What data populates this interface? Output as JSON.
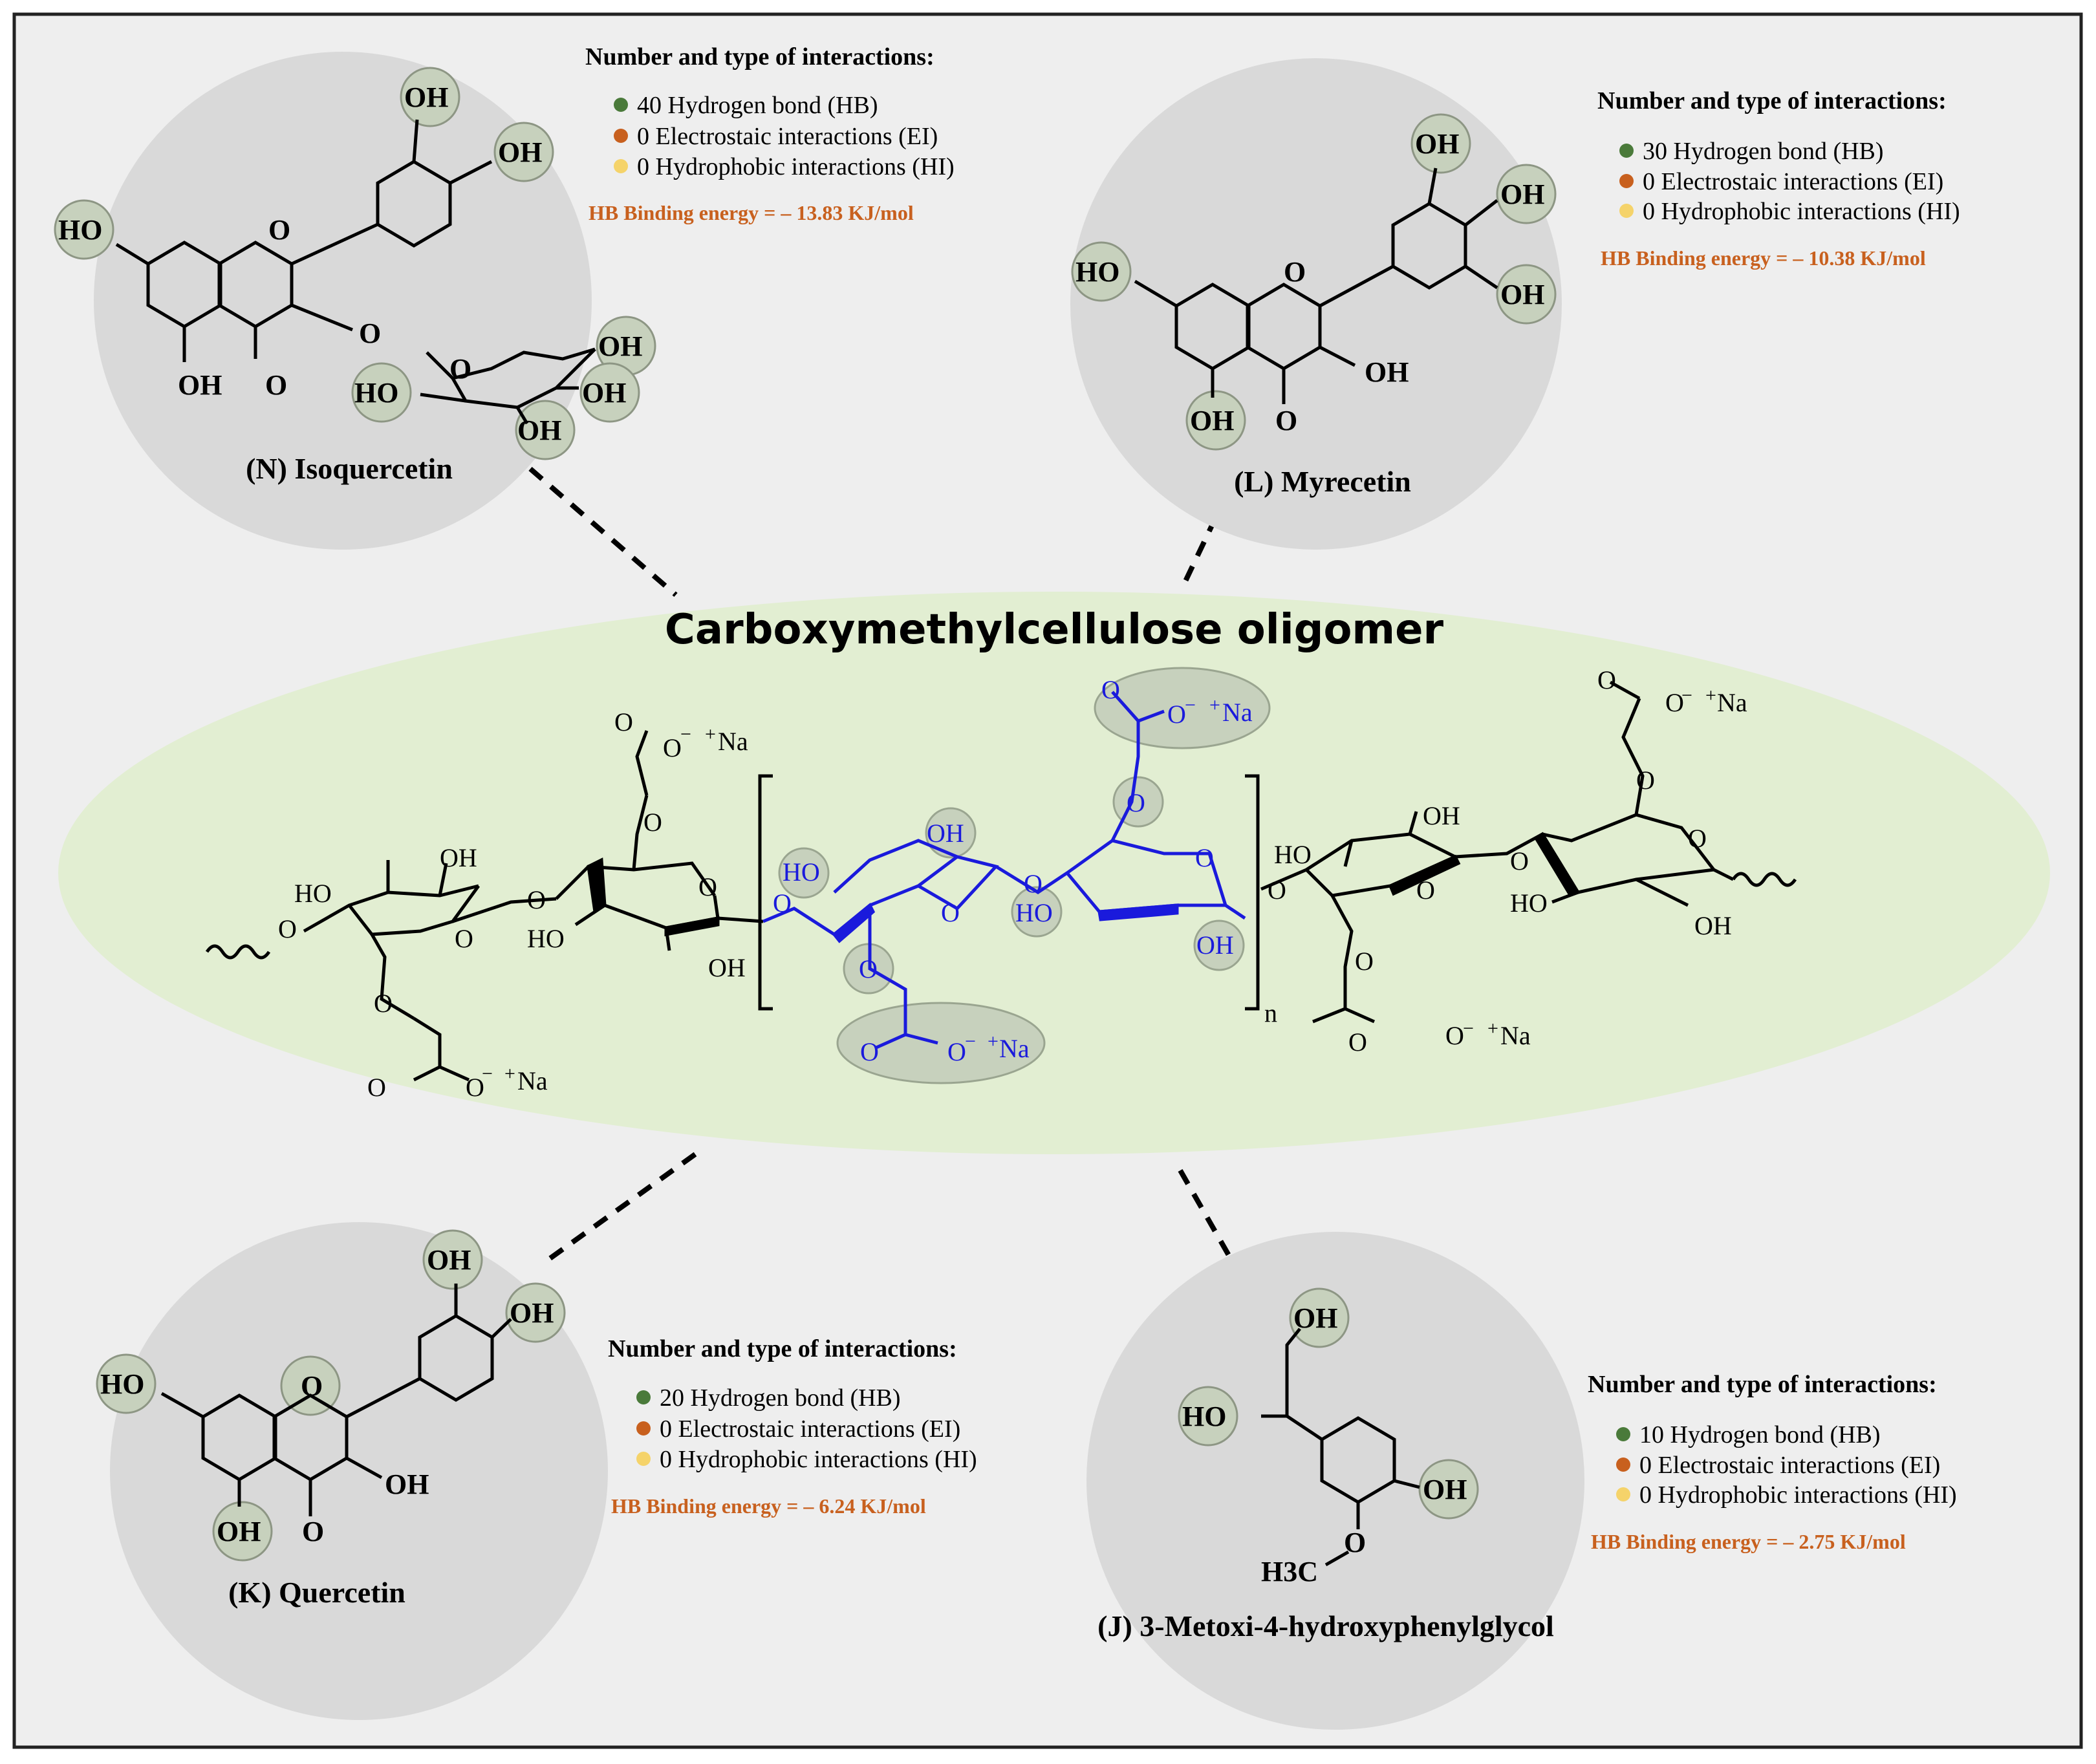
{
  "center": {
    "title": "Carboxymethylcellulose oligomer",
    "na": "Na",
    "minus": "−",
    "plus": "+",
    "n_label": "n",
    "atoms": {
      "O": "O",
      "OH": "OH",
      "HO": "HO"
    }
  },
  "common": {
    "interactions_title": "Number and type of interactions:",
    "hb_prefix": "HB Binding energy = –",
    "energy_unit": "KJ/mol",
    "ei_label": "0 Electrostaic interactions (EI)",
    "hi_label": "0 Hydrophobic interactions (HI)",
    "h3c": "H3C"
  },
  "compounds": [
    {
      "id": "N",
      "label": "(N) Isoquercetin",
      "hb_count": "40 Hydrogen bond (HB)",
      "energy": "13.83"
    },
    {
      "id": "L",
      "label": "(L) Myrecetin",
      "hb_count": "30 Hydrogen bond (HB)",
      "energy": "10.38"
    },
    {
      "id": "K",
      "label": "(K) Quercetin",
      "hb_count": "20 Hydrogen bond (HB)",
      "energy": "6.24"
    },
    {
      "id": "J",
      "label": "(J) 3-Metoxi-4-hydroxyphenylglycol",
      "hb_count": "10 Hydrogen bond (HB)",
      "energy": "2.75"
    }
  ],
  "colors": {
    "hb_dot": "#4a7a3a",
    "ei_dot": "#c8601e",
    "hi_dot": "#f5d36a",
    "energy_text": "#c8601e",
    "repeat_unit": "#1a1adc",
    "ellipse_fill": "#e2eed2",
    "circle_fill": "#d9d9d9",
    "highlight_fill": "#c7d1bd"
  }
}
